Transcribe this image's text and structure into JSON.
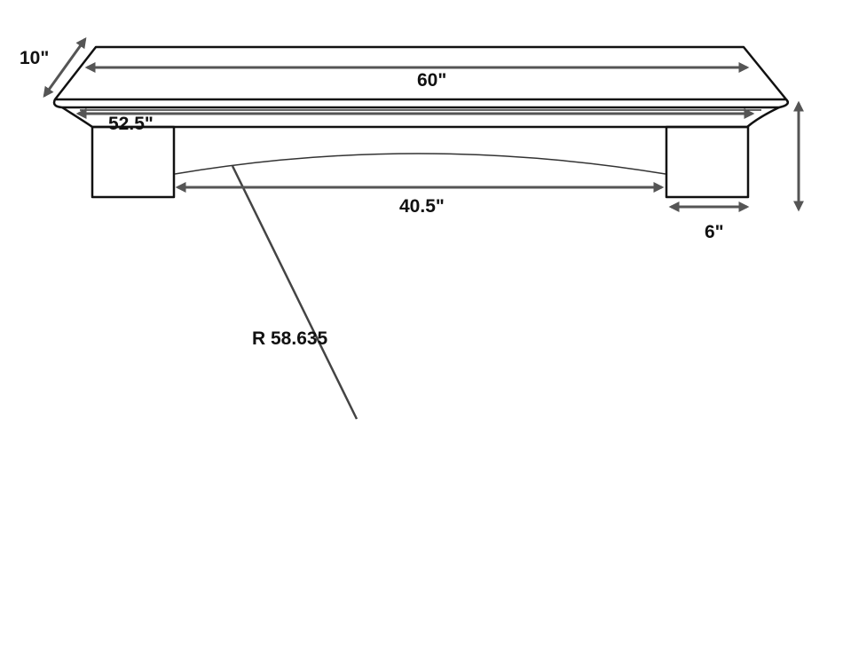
{
  "dimensions": {
    "depth": "10\"",
    "top_width": "60\"",
    "lower_width": "52.5\"",
    "arch_span": "40.5\"",
    "corbel_width": "6\"",
    "arch_radius": "R 58.635"
  },
  "colors": {
    "line": "#111111",
    "dimension_line": "#555555",
    "background": "#ffffff"
  }
}
